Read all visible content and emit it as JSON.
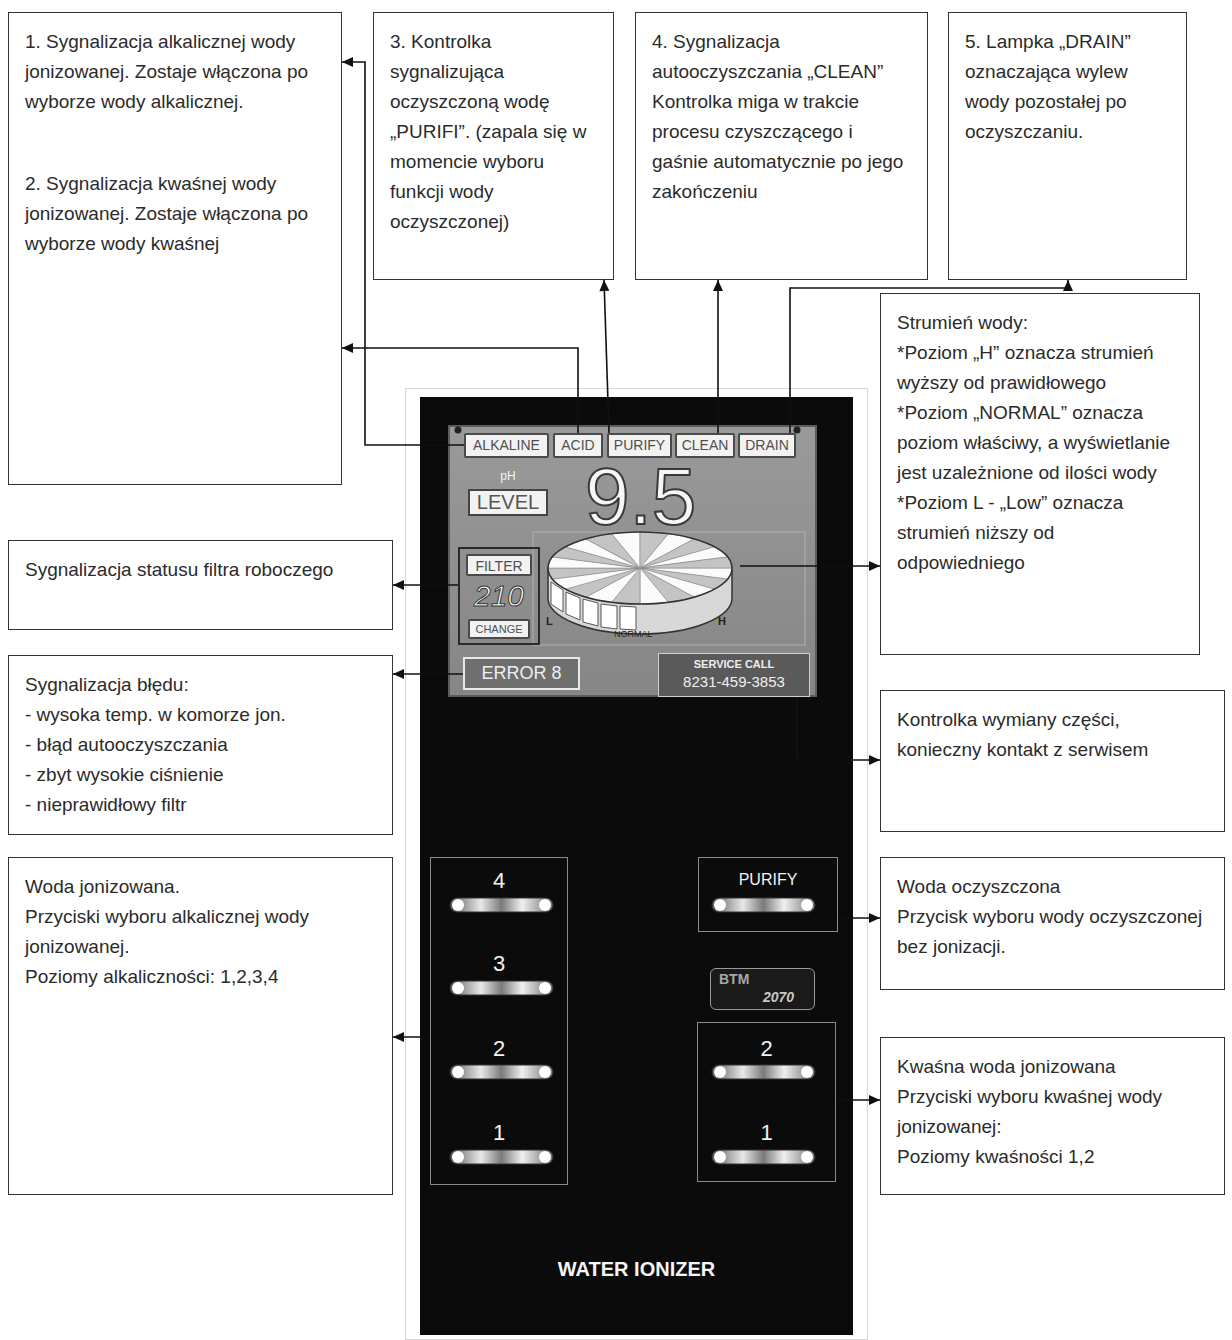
{
  "diagram": {
    "nodes": [
      {
        "text": [
          "1. Sygnalizacja alkalicznej wody jonizowanej. Zostaje włączona po wyborze wody alkalicznej.",
          "2. Sygnalizacja kwaśnej wody jonizowanej. Zostaje włączona po wyborze wody kwaśnej"
        ]
      },
      {
        "text": [
          "3. Kontrolka sygnalizująca oczyszczoną wodę „PURIFI”. (zapala się w momencie wyboru funkcji wody oczyszczonej)"
        ]
      },
      {
        "text": [
          "4. Sygnalizacja autooczyszczania „CLEAN”",
          "Kontrolka miga w trakcie procesu czyszczącego i gaśnie automatycznie po jego zakończeniu"
        ]
      },
      {
        "text": [
          "5. Lampka „DRAIN” oznaczająca wylew wody pozostałej po oczyszczaniu."
        ]
      },
      {
        "text": [
          "Strumień wody:",
          "*Poziom „H” oznacza strumień wyższy od prawidłowego",
          "*Poziom „NORMAL” oznacza poziom właściwy, a wyświetlanie jest uzależnione od ilości wody",
          "*Poziom L - „Low” oznacza strumień niższy od odpowiedniego"
        ]
      },
      {
        "text": [
          "Sygnalizacja statusu filtra roboczego"
        ]
      },
      {
        "text": [
          "Sygnalizacja błędu:",
          "- wysoka temp. w komorze jon.",
          "- błąd autooczyszczania",
          "- zbyt wysokie ciśnienie",
          "- nieprawidłowy filtr"
        ]
      },
      {
        "text": [
          "Kontrolka wymiany części, konieczny kontakt z serwisem"
        ]
      },
      {
        "text": [
          "Woda jonizowana.",
          "Przyciski wyboru alkalicznej wody jonizowanej.",
          "Poziomy alkaliczności: 1,2,3,4"
        ]
      },
      {
        "text": [
          "Woda oczyszczona",
          "Przycisk wyboru wody oczyszczonej bez jonizacji."
        ]
      },
      {
        "text": [
          "Kwaśna woda jonizowana",
          "Przyciski wyboru kwaśnej wody jonizowanej:",
          "Poziomy kwaśności 1,2"
        ]
      },
      {
        "text": [
          "WATER IONIZER"
        ]
      },
      {
        "text": [
          "ALKALINE"
        ],
        "in": 11
      },
      {
        "text": [
          "ACID"
        ],
        "in": 11
      },
      {
        "text": [
          "PURIFY"
        ],
        "in": 11
      },
      {
        "text": [
          "CLEAN"
        ],
        "in": 11
      },
      {
        "text": [
          "DRAIN"
        ],
        "in": 11
      },
      {
        "text": [
          "pH",
          "LEVEL"
        ],
        "in": 11
      },
      {
        "text": [
          "210"
        ],
        "in": 11
      },
      {
        "text": [
          "FILTER"
        ],
        "in": 18
      },
      {
        "text": [
          "CHANGE"
        ],
        "in": 18
      },
      {
        "text": [
          "L",
          "NORMAL",
          "H"
        ],
        "in": 11
      },
      {
        "text": [
          "ERROR 8"
        ],
        "in": 11
      },
      {
        "text": [
          "SERVICE CALL",
          "8231-459-3853"
        ],
        "in": 11
      },
      {
        "text": [
          "4",
          "3",
          "2",
          "1"
        ],
        "in": 11
      },
      {
        "text": [
          "PURIFY"
        ],
        "in": 11
      },
      {
        "text": [
          "BTM",
          "2070"
        ],
        "in": 11
      },
      {
        "text": [
          "2",
          "1"
        ],
        "in": 11
      }
    ],
    "edges": [
      {
        "from": 12,
        "to": 0,
        "arrow": "to"
      },
      {
        "from": 13,
        "to": 0,
        "arrow": "to"
      },
      {
        "from": 14,
        "to": 1,
        "arrow": "to"
      },
      {
        "from": 15,
        "to": 2,
        "arrow": "to"
      },
      {
        "from": 16,
        "to": 3,
        "arrow": "to"
      },
      {
        "from": 18,
        "to": 5,
        "arrow": "to"
      },
      {
        "from": 21,
        "to": 4,
        "arrow": "to"
      },
      {
        "from": 22,
        "to": 6,
        "arrow": "to"
      },
      {
        "from": 23,
        "to": 7,
        "arrow": "to"
      },
      {
        "from": 24,
        "to": 8,
        "arrow": "to"
      },
      {
        "from": 25,
        "to": 9,
        "arrow": "to"
      },
      {
        "from": 27,
        "to": 10,
        "arrow": "to"
      }
    ],
    "labels": [
      "9.5"
    ]
  }
}
